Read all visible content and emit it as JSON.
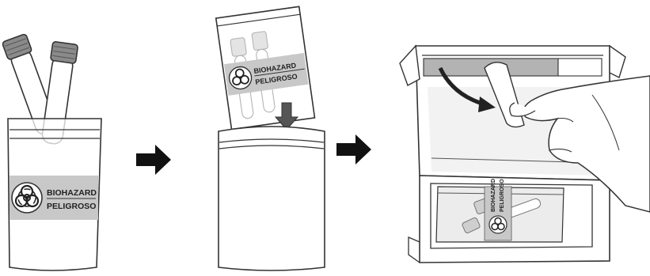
{
  "steps": [
    {
      "label_top": "BIOHAZARD",
      "label_bottom": "PELIGROSO"
    },
    {
      "label_top": "BIOHAZARD",
      "label_bottom": "PELIGROSO"
    },
    {
      "label_top": "BIOHAZARD",
      "label_bottom": "PELIGROSO"
    }
  ],
  "arrows": [
    "arrow-right-icon",
    "arrow-right-icon"
  ],
  "colors": {
    "outline": "#333333",
    "cap": "#8a8a8a",
    "label_band": "#c8c8c8",
    "box_gray": "#b3b3b3",
    "arrow": "#111111"
  }
}
